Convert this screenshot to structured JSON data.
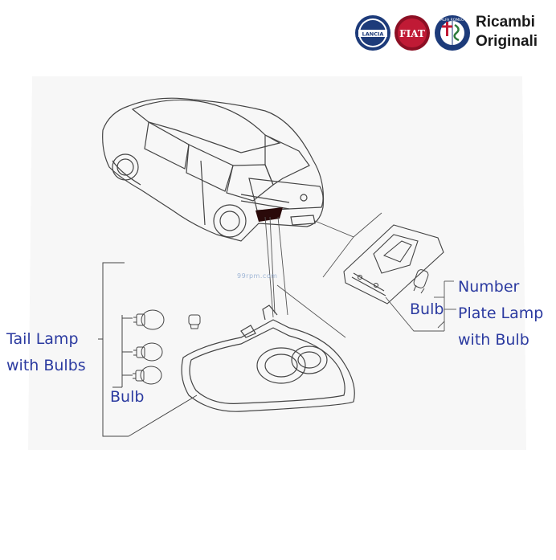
{
  "brand": {
    "logos": [
      {
        "name": "lancia",
        "text": "LANCIA",
        "color": "#1d3b7a"
      },
      {
        "name": "fiat",
        "text": "FIAT",
        "color": "#a3122a"
      },
      {
        "name": "alfa-romeo",
        "text": "ALFA ROMEO",
        "color": "#1d3b7a"
      }
    ],
    "line1": "Ricambi",
    "line2": "Originali"
  },
  "watermark": "99rpm.com",
  "labels": {
    "tail_lamp_line1": "Tail Lamp",
    "tail_lamp_line2": "with Bulbs",
    "bulb_left": "Bulb",
    "bulb_right": "Bulb",
    "number_plate_line1": "Number",
    "number_plate_line2": "Plate Lamp",
    "number_plate_line3": "with Bulb"
  },
  "colors": {
    "label_text": "#2b3aa0",
    "line_art": "#444444",
    "tail_lamp_highlight": "#2a0a0a"
  }
}
